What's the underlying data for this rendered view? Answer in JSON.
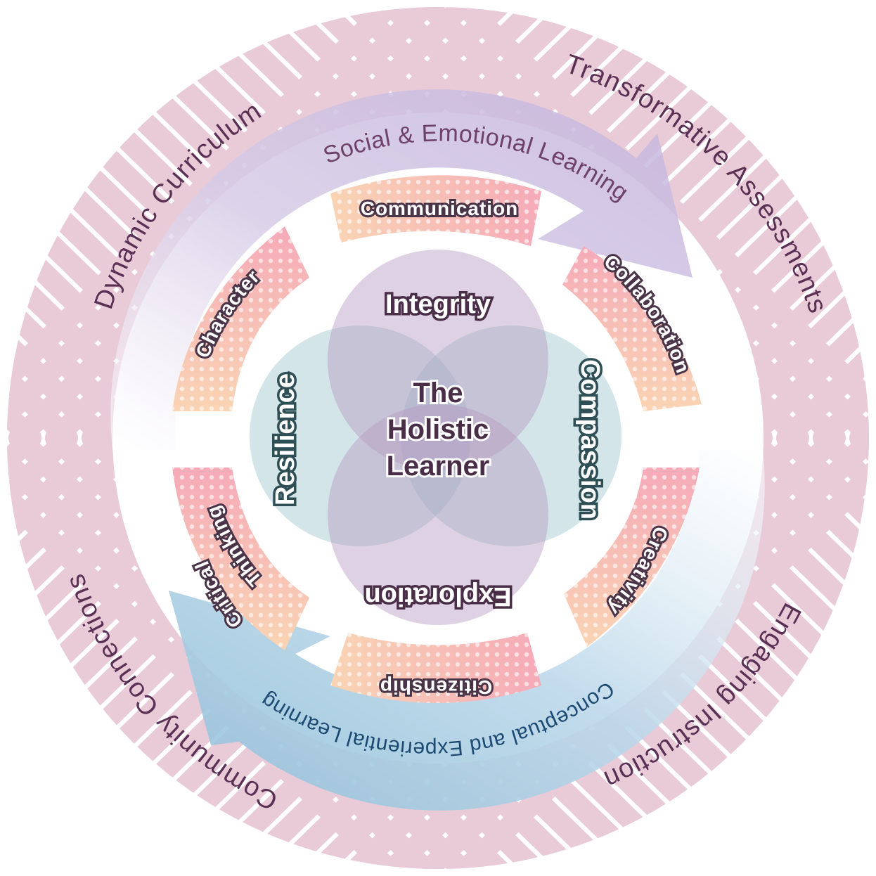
{
  "center": {
    "line1": "The",
    "line2": "Holistic",
    "line3": "Learner"
  },
  "circles": {
    "top": "Integrity",
    "bottom": "Exploration",
    "left": "Resilience",
    "right": "Compassion"
  },
  "segments": {
    "communication": "Communication",
    "collaboration": "Collaboration",
    "creativity": "Creativity",
    "citizenship": "Citizenship",
    "critical": "Critical",
    "thinking": "Thinking",
    "character": "Character"
  },
  "arrows": {
    "top_label": "Social & Emotional Learning",
    "bottom_label": "Conceptual and Experiential Learning"
  },
  "outer": {
    "dynamic_curriculum": "Dynamic Curriculum",
    "transformative_assessments": "Transformative Assessments",
    "engaging_instruction": "Engaging Instruction",
    "community_connections": "Community Connections"
  },
  "colors": {
    "stripe": "#e9cbd8",
    "purple_circle": "#b89bc0",
    "teal_circle": "#9ec8cf",
    "top_arrow": "#c8b8dc",
    "bottom_arrow": "#9cc6dc",
    "segment_warm": "#f8c9a8",
    "segment_pink": "#f4a8b6"
  }
}
